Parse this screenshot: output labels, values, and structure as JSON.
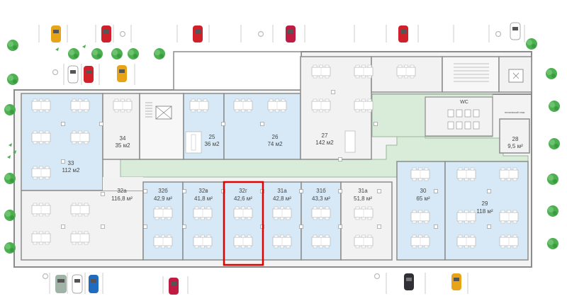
{
  "colors": {
    "office_room": "#d7e9f6",
    "common_room": "#f2f2f2",
    "corridor": "#d9ecd9",
    "wall": "#8c8c8c",
    "highlight": "#e00000",
    "tree": "#4caf50",
    "car_colors": [
      "#e8a418",
      "#d0202a",
      "#ffffff",
      "#1e6bbf",
      "#2f3136",
      "#9fb3a6"
    ]
  },
  "selected_room": "32г",
  "rooms": [
    {
      "id": "room-33",
      "name": "33",
      "area": "112 м2",
      "type": "office"
    },
    {
      "id": "room-34",
      "name": "34",
      "area": "35 м2",
      "type": "common"
    },
    {
      "id": "room-25",
      "name": "25",
      "area": "36 м2",
      "type": "office"
    },
    {
      "id": "room-26",
      "name": "26",
      "area": "74 м2",
      "type": "office"
    },
    {
      "id": "room-27",
      "name": "27",
      "area": "142 м2",
      "type": "common"
    },
    {
      "id": "room-28",
      "name": "28",
      "area": "9,5 м²",
      "type": "common"
    },
    {
      "id": "room-32a",
      "name": "32а",
      "area": "116,8 м²",
      "type": "common"
    },
    {
      "id": "room-32b",
      "name": "32б",
      "area": "42,9 м²",
      "type": "office"
    },
    {
      "id": "room-32v",
      "name": "32в",
      "area": "41,8 м²",
      "type": "office"
    },
    {
      "id": "room-32g",
      "name": "32г",
      "area": "42,6 м²",
      "type": "office"
    },
    {
      "id": "room-31a",
      "name": "31а",
      "area": "42,8 м²",
      "type": "office"
    },
    {
      "id": "room-31b",
      "name": "31б",
      "area": "43,3 м²",
      "type": "office"
    },
    {
      "id": "room-31a-2",
      "name": "31а",
      "area": "51,8 м²",
      "type": "common"
    },
    {
      "id": "room-30",
      "name": "30",
      "area": "65 м²",
      "type": "office"
    },
    {
      "id": "room-29",
      "name": "29",
      "area": "118 м²",
      "type": "office"
    }
  ],
  "labels": {
    "wc": "WC",
    "service_room": "технический этаж"
  },
  "icons": [
    "car-icon",
    "tree-icon",
    "accessible-parking-icon",
    "elevator-icon",
    "stairs-icon",
    "desk-icon",
    "column-icon"
  ]
}
